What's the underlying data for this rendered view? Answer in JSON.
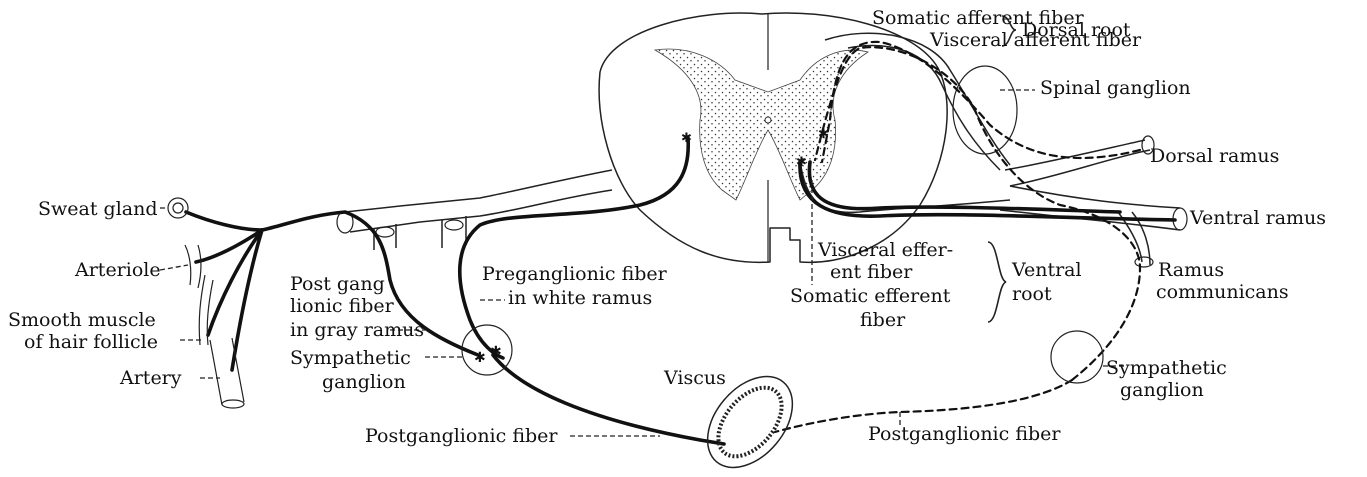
{
  "labels": {
    "somatic_afferent": "Somatic afferent fiber",
    "visceral_afferent": "Visceral afferent fiber",
    "dorsal_root": "Dorsal root",
    "spinal_ganglion": "Spinal ganglion",
    "dorsal_ramus": "Dorsal ramus",
    "ventral_ramus": "Ventral ramus",
    "visceral_efferent_1": "Visceral effer-",
    "visceral_efferent_2": "ent fiber",
    "somatic_efferent_1": "Somatic efferent",
    "somatic_efferent_2": "fiber",
    "ventral_root_1": "Ventral",
    "ventral_root_2": "root",
    "ramus_communicans_1": "Ramus",
    "ramus_communicans_2": "communicans",
    "sympathetic_ganglion_right_1": "Sympathetic",
    "sympathetic_ganglion_right_2": "ganglion",
    "postganglionic_right": "Postganglionic fiber",
    "viscus": "Viscus",
    "postganglionic_left": "Postganglionic fiber",
    "sympathetic_ganglion_left_1": "Sympathetic",
    "sympathetic_ganglion_left_2": "ganglion",
    "post_gang_gray_1": "Post gang",
    "post_gang_gray_2": "lionic fiber",
    "post_gang_gray_3": "in gray ramus",
    "preganglionic_1": "Preganglionic fiber",
    "preganglionic_2": "in white ramus",
    "sweat_gland": "Sweat gland",
    "arteriole": "Arteriole",
    "smooth_muscle_1": "Smooth muscle",
    "smooth_muscle_2": "of hair follicle",
    "artery": "Artery"
  }
}
